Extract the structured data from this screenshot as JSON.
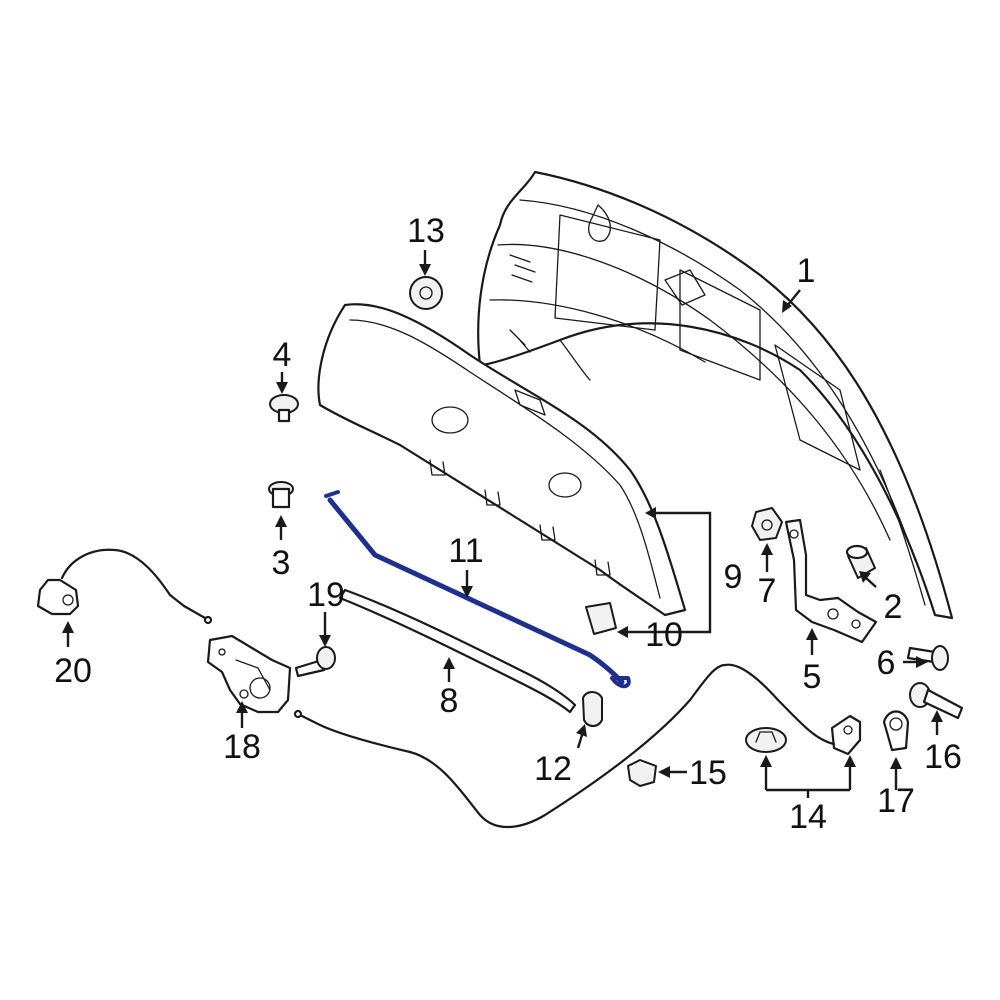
{
  "diagram": {
    "highlight_color": "#1f2f8f",
    "highlighted_part": "11",
    "callouts": {
      "c1": "1",
      "c2": "2",
      "c3": "3",
      "c4": "4",
      "c5": "5",
      "c6": "6",
      "c7": "7",
      "c8": "8",
      "c9": "9",
      "c10": "10",
      "c11": "11",
      "c12": "12",
      "c13": "13",
      "c14": "14",
      "c15": "15",
      "c16": "16",
      "c17": "17",
      "c18": "18",
      "c19": "19",
      "c20": "20"
    }
  }
}
